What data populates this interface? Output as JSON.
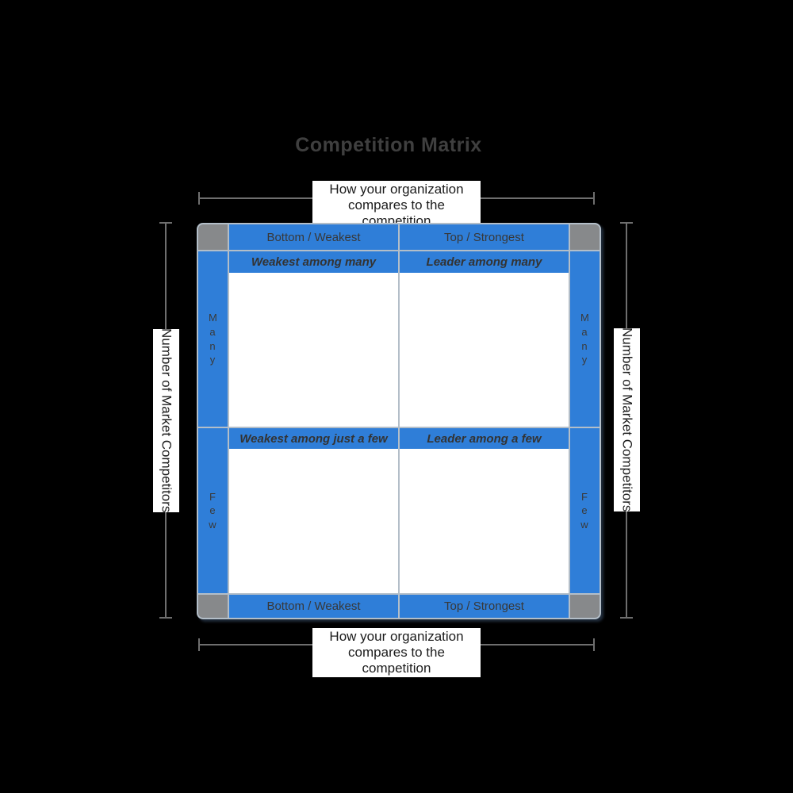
{
  "title": "Competition Matrix",
  "colors": {
    "background": "#000000",
    "matrix_blue": "#2f7ed8",
    "corner_gray": "#87898b",
    "divider_gray": "#b3bec8",
    "quadrant_white": "#ffffff",
    "title_text": "#3f3f3f",
    "cell_text": "#383838",
    "dimension_line": "#6e6e6e"
  },
  "axis_labels": {
    "top": "How your organization compares to the competition",
    "bottom": "How your organization compares to the competition",
    "left": "Number of Market Competitors",
    "right": "Number of Market Competitors"
  },
  "matrix": {
    "column_headers_top": [
      "Bottom / Weakest",
      "Top / Strongest"
    ],
    "column_headers_bottom": [
      "Bottom / Weakest",
      "Top / Strongest"
    ],
    "row_labels_left": [
      "Many",
      "Few"
    ],
    "row_labels_right": [
      "Many",
      "Few"
    ],
    "quadrants": [
      {
        "title": "Weakest among many"
      },
      {
        "title": "Leader among many"
      },
      {
        "title": "Weakest among just a few"
      },
      {
        "title": "Leader among a few"
      }
    ]
  }
}
